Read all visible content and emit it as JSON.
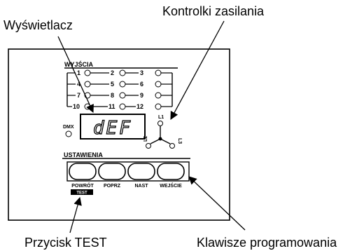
{
  "callouts": {
    "display": "Wyświetlacz",
    "power_leds": "Kontrolki zasilania",
    "test_button": "Przycisk TEST",
    "program_keys": "Klawisze programowania"
  },
  "outputs": {
    "heading": "WYJŚCIA",
    "rows": [
      [
        "1",
        "2",
        "3"
      ],
      [
        "4",
        "5",
        "6"
      ],
      [
        "7",
        "8",
        "9"
      ],
      [
        "10",
        "11",
        "12"
      ]
    ]
  },
  "dmx_label": "DMX",
  "display_text": "dEF",
  "phases": {
    "l1": "L1",
    "l2": "L2",
    "l3": "L3"
  },
  "settings": {
    "heading": "USTAWIENIA",
    "buttons": [
      "POWRÓT",
      "POPRZ",
      "NAST",
      "WEJŚCIE"
    ],
    "test_badge": "TEST"
  }
}
